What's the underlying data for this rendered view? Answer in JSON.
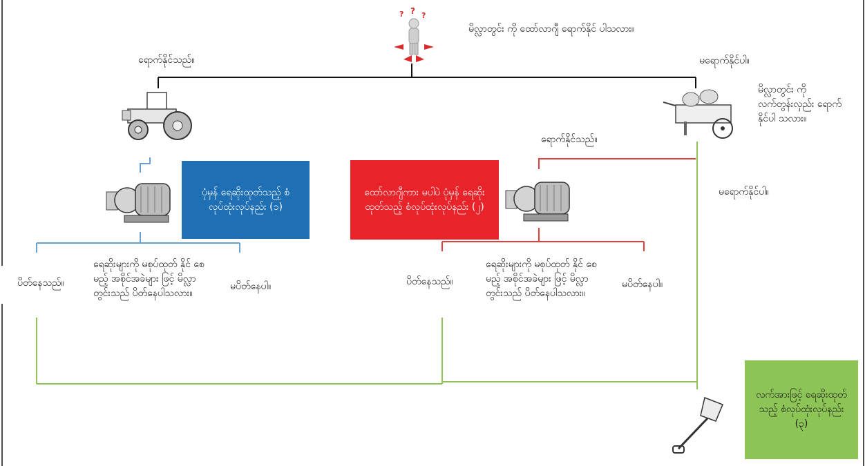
{
  "top_question": "မိလ္လာတွင်း ကို ထော်လာဂျီ ရောက်နိုင် ပါသလား။",
  "left_branch_label": "ရောက်နိုင်သည်။",
  "right_branch_label": "မရောက်နိုင်ပါ။",
  "right_question": "မိလ္လာတွင်း ကို လက်တွန်းလှည်း ရောက်နိုင်ပါ သလား။",
  "mid_yes_label": "ရောက်နိုင်သည်။",
  "mid_no_label": "မရောက်နိုင်ပါ။",
  "method1": "ပုံမှန် ရေဆိုးထုတ်သည့် စံလုပ်ထုံးလုပ်နည်း (၁)",
  "method2": "ထော်လာဂျီကား မပါပဲ ပုံမှန် ရေဆိုးထုတ်သည့် စံလုပ်ထုံးလုပ်နည်း (၂)",
  "method3": "လက်အားဖြင့် ရေဆိုးထုတ်သည့် စံလုပ်ထုံးလုပ်နည်း (၃)",
  "left_sub": {
    "yes": "ပိတ်နေသည်။",
    "question": "ရေဆိုးများကို မစုပ်ထုတ် နိုင် စေမည့် အစိုင်အခဲများ ဖြင့် မိလ္လာတွင်းသည် ပိတ်နေပါသလား။",
    "no": "မပိတ်နေပါ။"
  },
  "right_sub": {
    "yes": "ပိတ်နေသည်။",
    "question": "ရေဆိုးများကို မစုပ်ထုတ် နိုင် စေမည့် အစိုင်အခဲများ ဖြင့် မိလ္လာတွင်းသည် ပိတ်နေပါသလား။",
    "no": "မပိတ်နေပါ။"
  },
  "colors": {
    "black_line": "#111111",
    "blue_line": "#6a9fd4",
    "red_line": "#e0403a",
    "green_line": "#8cc456",
    "method1_bg": "#1f6fb5",
    "method2_bg": "#e8232a",
    "method3_bg": "#8cc456"
  },
  "icons": [
    "thinking-person-icon",
    "tractor-icon",
    "handcart-icon",
    "pump-icon",
    "pump-icon",
    "shovel-icon"
  ]
}
